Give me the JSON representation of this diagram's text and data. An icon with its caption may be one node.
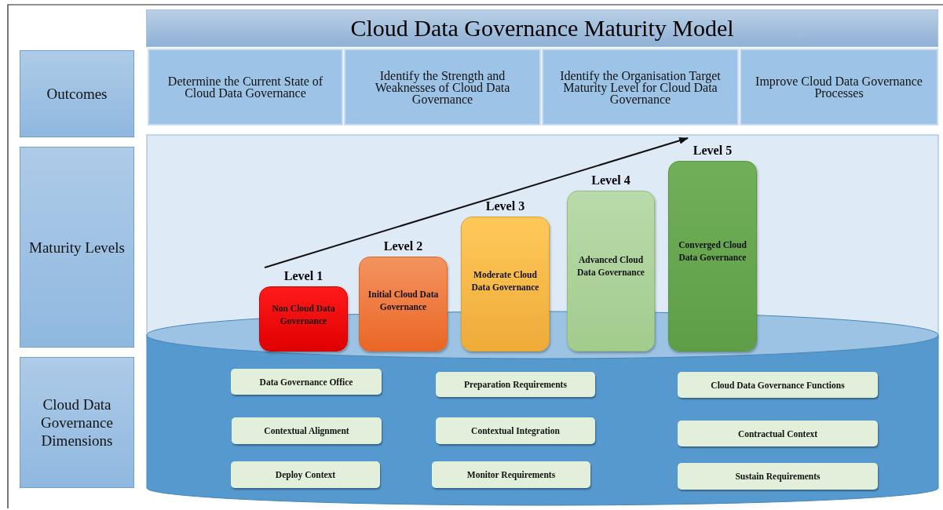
{
  "diagram": {
    "title": "Cloud Data Governance Maturity Model",
    "nodes": [
      {
        "text": [
          "Outcomes"
        ]
      },
      {
        "text": [
          "Maturity Levels"
        ]
      },
      {
        "text": [
          "Cloud Data Governance Dimensions"
        ]
      },
      {
        "text": [
          "Determine the Current State of Cloud Data Governance"
        ]
      },
      {
        "text": [
          "Identify the Strength and Weaknesses of Cloud Data Governance"
        ]
      },
      {
        "text": [
          "Identify the Organisation Target Maturity Level for Cloud Data Governance"
        ]
      },
      {
        "text": [
          "Improve Cloud Data Governance Processes"
        ]
      },
      {
        "text": [
          "Level 1",
          "Non Cloud Data Governance"
        ]
      },
      {
        "text": [
          "Level 2",
          "Initial Cloud Data Governance"
        ]
      },
      {
        "text": [
          "Level 3",
          "Moderate Cloud Data Governance"
        ]
      },
      {
        "text": [
          "Level 4",
          "Advanced Cloud Data Governance"
        ]
      },
      {
        "text": [
          "Level 5",
          "Converged Cloud Data Governance"
        ]
      },
      {
        "text": [
          "Data Governance Office"
        ]
      },
      {
        "text": [
          "Preparation Requirements"
        ]
      },
      {
        "text": [
          "Cloud Data Governance Functions"
        ]
      },
      {
        "text": [
          "Contextual Alignment"
        ]
      },
      {
        "text": [
          "Contextual Integration"
        ]
      },
      {
        "text": [
          "Contractual Context"
        ]
      },
      {
        "text": [
          "Deploy Context"
        ]
      },
      {
        "text": [
          "Monitor Requirements"
        ]
      },
      {
        "text": [
          "Sustain Requirements"
        ]
      }
    ]
  }
}
